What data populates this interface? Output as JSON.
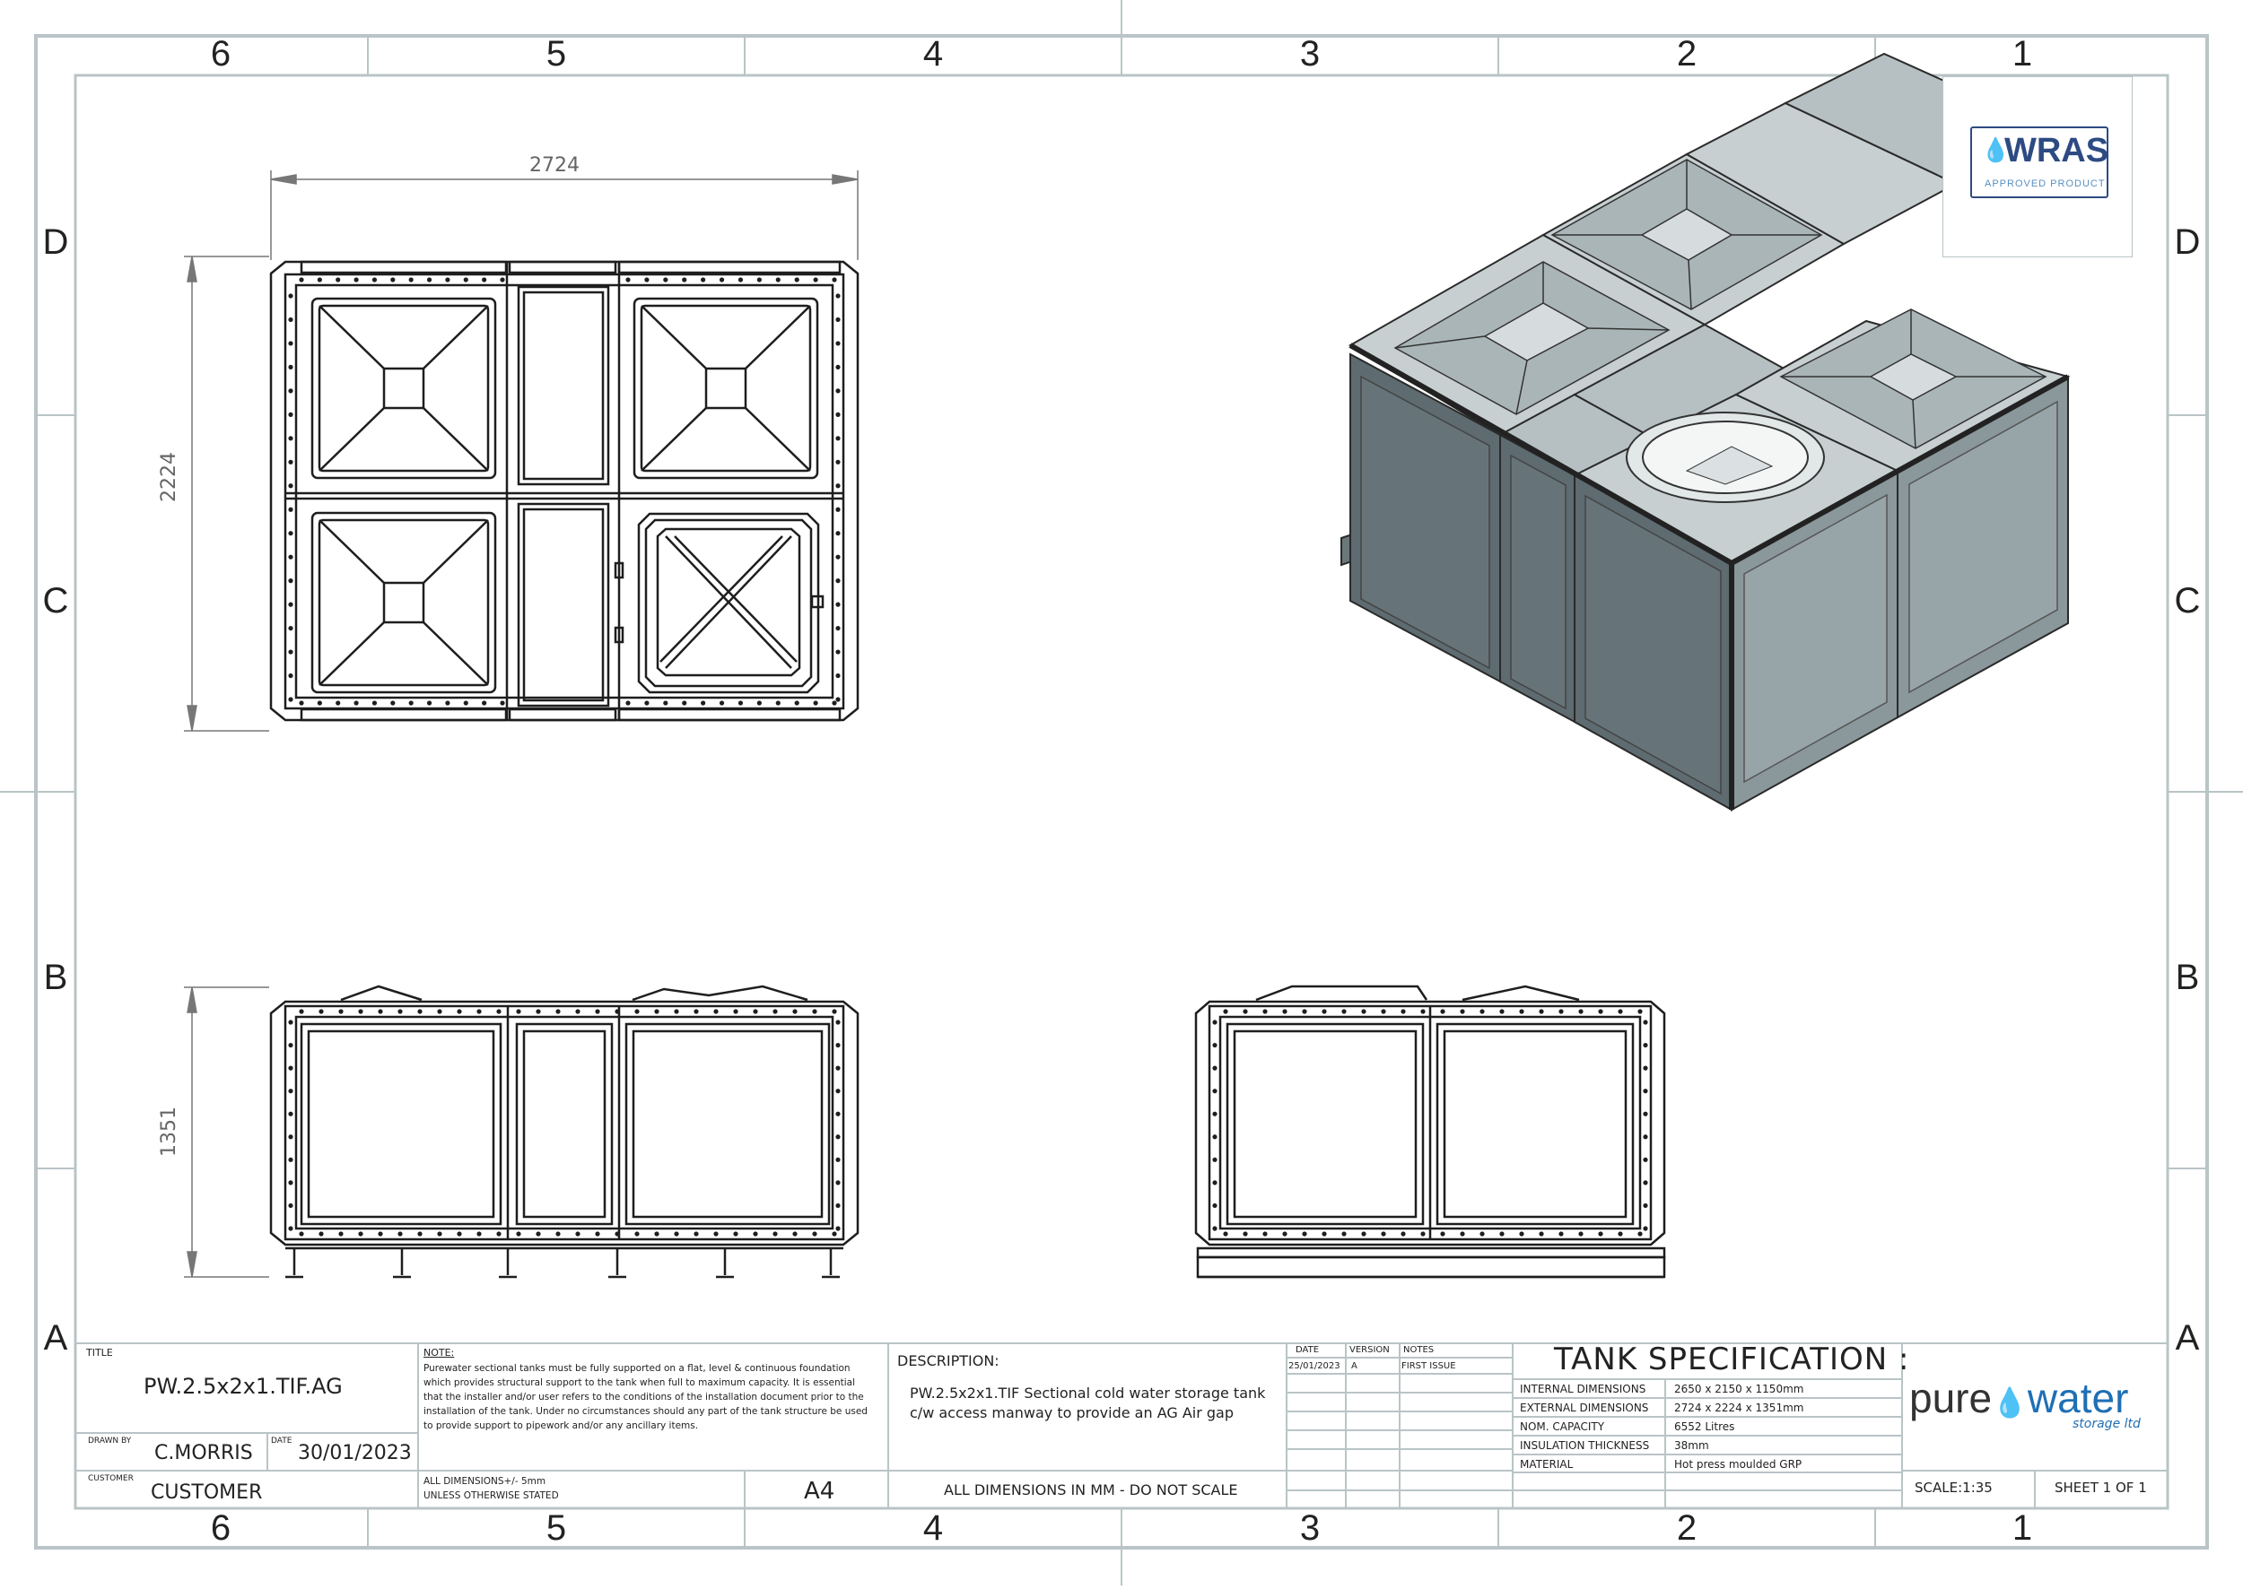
{
  "zones": {
    "cols": [
      "6",
      "5",
      "4",
      "3",
      "2",
      "1"
    ],
    "rows": [
      "D",
      "C",
      "B",
      "A"
    ]
  },
  "dimensions": {
    "plan_width": "2724",
    "plan_depth": "2224",
    "elevation_height": "1351"
  },
  "wras": {
    "name": "WRAS",
    "subtitle": "APPROVED PRODUCT"
  },
  "title_block": {
    "title_label": "TITLE",
    "title": "PW.2.5x2x1.TIF.AG",
    "drawn_by_label": "DRAWN BY",
    "drawn_by": "C.MORRIS",
    "date_label": "DATE",
    "date": "30/01/2023",
    "customer_label": "CUSTOMER",
    "customer": "CUSTOMER",
    "note_heading": "NOTE:",
    "note_lines": [
      "Purewater sectional tanks must be fully supported on a flat, level & continuous foundation",
      "which provides structural support to the tank when full to maximum capacity. It is essential",
      "that the installer and/or user refers to the conditions of the installation document prior to the",
      "installation of the tank. Under no circumstances should any part of the tank structure be used",
      "to provide support to pipework and/or any ancillary items."
    ],
    "tolerance": "ALL DIMENSIONS+/- 5mm",
    "tolerance2": "UNLESS OTHERWISE STATED",
    "sheet_size": "A4",
    "description_label": "DESCRIPTION:",
    "description_line1": "PW.2.5x2x1.TIF Sectional cold water storage tank",
    "description_line2": "c/w access manway to provide an AG Air gap",
    "dims_note": "ALL DIMENSIONS IN MM - DO NOT SCALE",
    "rev_headers": [
      "DATE",
      "VERSION",
      "NOTES"
    ],
    "rev_rows": [
      [
        "25/01/2023",
        "A",
        "FIRST ISSUE"
      ]
    ],
    "spec_title": "TANK SPECIFICATION :",
    "spec_rows": [
      [
        "INTERNAL DIMENSIONS",
        "2650 x 2150 x 1150mm"
      ],
      [
        "EXTERNAL DIMENSIONS",
        "2724 x 2224 x 1351mm"
      ],
      [
        "NOM. CAPACITY",
        "6552 Litres"
      ],
      [
        "INSULATION THICKNESS",
        "38mm"
      ],
      [
        "MATERIAL",
        "Hot press moulded GRP"
      ]
    ],
    "brand_left": "pure",
    "brand_right": "water",
    "brand_sub": "storage ltd",
    "scale": "SCALE:1:35",
    "sheet": "SHEET 1 OF 1"
  },
  "colors": {
    "frame": "#b9c4c6",
    "line": "#1e1e1e",
    "panel_dark": "#5e6b70",
    "panel_mid": "#8a979b",
    "panel_light": "#c7cfd1",
    "wras_blue": "#2d4b82",
    "brand_blue": "#1f6fb5"
  }
}
